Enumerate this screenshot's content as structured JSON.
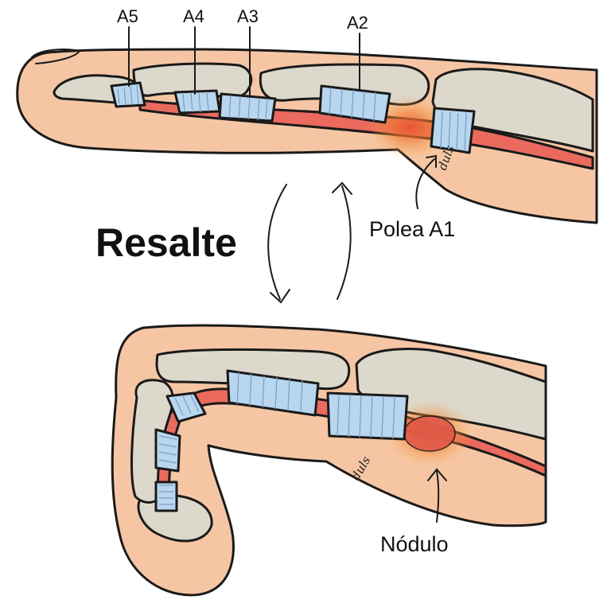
{
  "labels": {
    "pulley_a5": "A5",
    "pulley_a4": "A4",
    "pulley_a3": "A3",
    "pulley_a2": "A2",
    "pulley_a1": "Polea A1",
    "title": "Resalte",
    "nodule": "Nódulo",
    "signature_top": "duls",
    "signature_bottom": "duls"
  },
  "colors": {
    "skin": "#f6c6a4",
    "bone": "#dcd8cc",
    "tendon": "#ea6a5e",
    "pulley": "#b8d6ee",
    "inflammation": "#f07a2e",
    "outline": "#1a1a1a"
  }
}
